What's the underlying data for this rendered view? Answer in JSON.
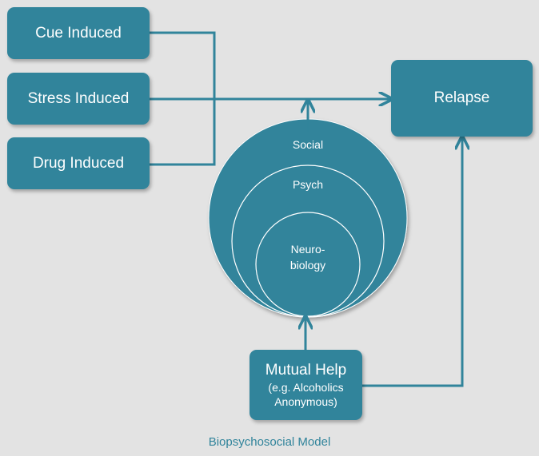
{
  "nodes": {
    "cue": "Cue Induced",
    "stress": "Stress Induced",
    "drug": "Drug Induced",
    "relapse": "Relapse",
    "mutual_help": {
      "line1": "Mutual Help",
      "line2": "(e.g. Alcoholics",
      "line3": "Anonymous)"
    }
  },
  "circles": {
    "social": "Social",
    "psych": "Psych",
    "neuro_line1": "Neuro-",
    "neuro_line2": "biology"
  },
  "caption": "Biopsychosocial Model",
  "colors": {
    "box_fill": "#31849b",
    "circle_fill": "#31849b",
    "circle_stroke": "#ffffff",
    "connector": "#31849b",
    "background": "#e3e3e3",
    "caption": "#31849b"
  }
}
